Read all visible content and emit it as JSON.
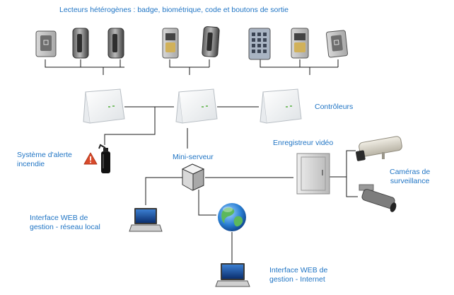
{
  "labels": {
    "readers": "Lecteurs hétérogènes : badge, biométrique, code et boutons de sortie",
    "controllers": "Contrôleurs",
    "fire_alert": "Système d'alerte\nincendie",
    "mini_server": "Mini-serveur",
    "video_recorder": "Enregistreur vidéo",
    "cameras": "Caméras de\nsurveillance",
    "web_local": "Interface WEB de\ngestion - réseau local",
    "web_internet": "Interface WEB de\ngestion - Internet"
  },
  "icons": {
    "readers": [
      "badge-reader-icon",
      "badge-reader-icon",
      "badge-reader-icon",
      "biometric-reader-icon",
      "badge-reader-icon",
      "keypad-reader-icon",
      "biometric-reader-icon",
      "badge-reader-icon"
    ],
    "controllers": [
      "controller-box-icon",
      "controller-box-icon",
      "controller-box-icon"
    ],
    "fire": [
      "warning-icon",
      "fire-extinguisher-icon"
    ],
    "server": "server-cube-icon",
    "recorder": "video-recorder-cabinet-icon",
    "cameras": [
      "box-camera-icon",
      "bullet-camera-icon"
    ],
    "laptops": [
      "laptop-icon",
      "laptop-icon"
    ],
    "globe": "globe-icon"
  },
  "colors": {
    "text": "#1f74c4",
    "lines": "#1a1a1a",
    "warning": "#d94a2b"
  }
}
